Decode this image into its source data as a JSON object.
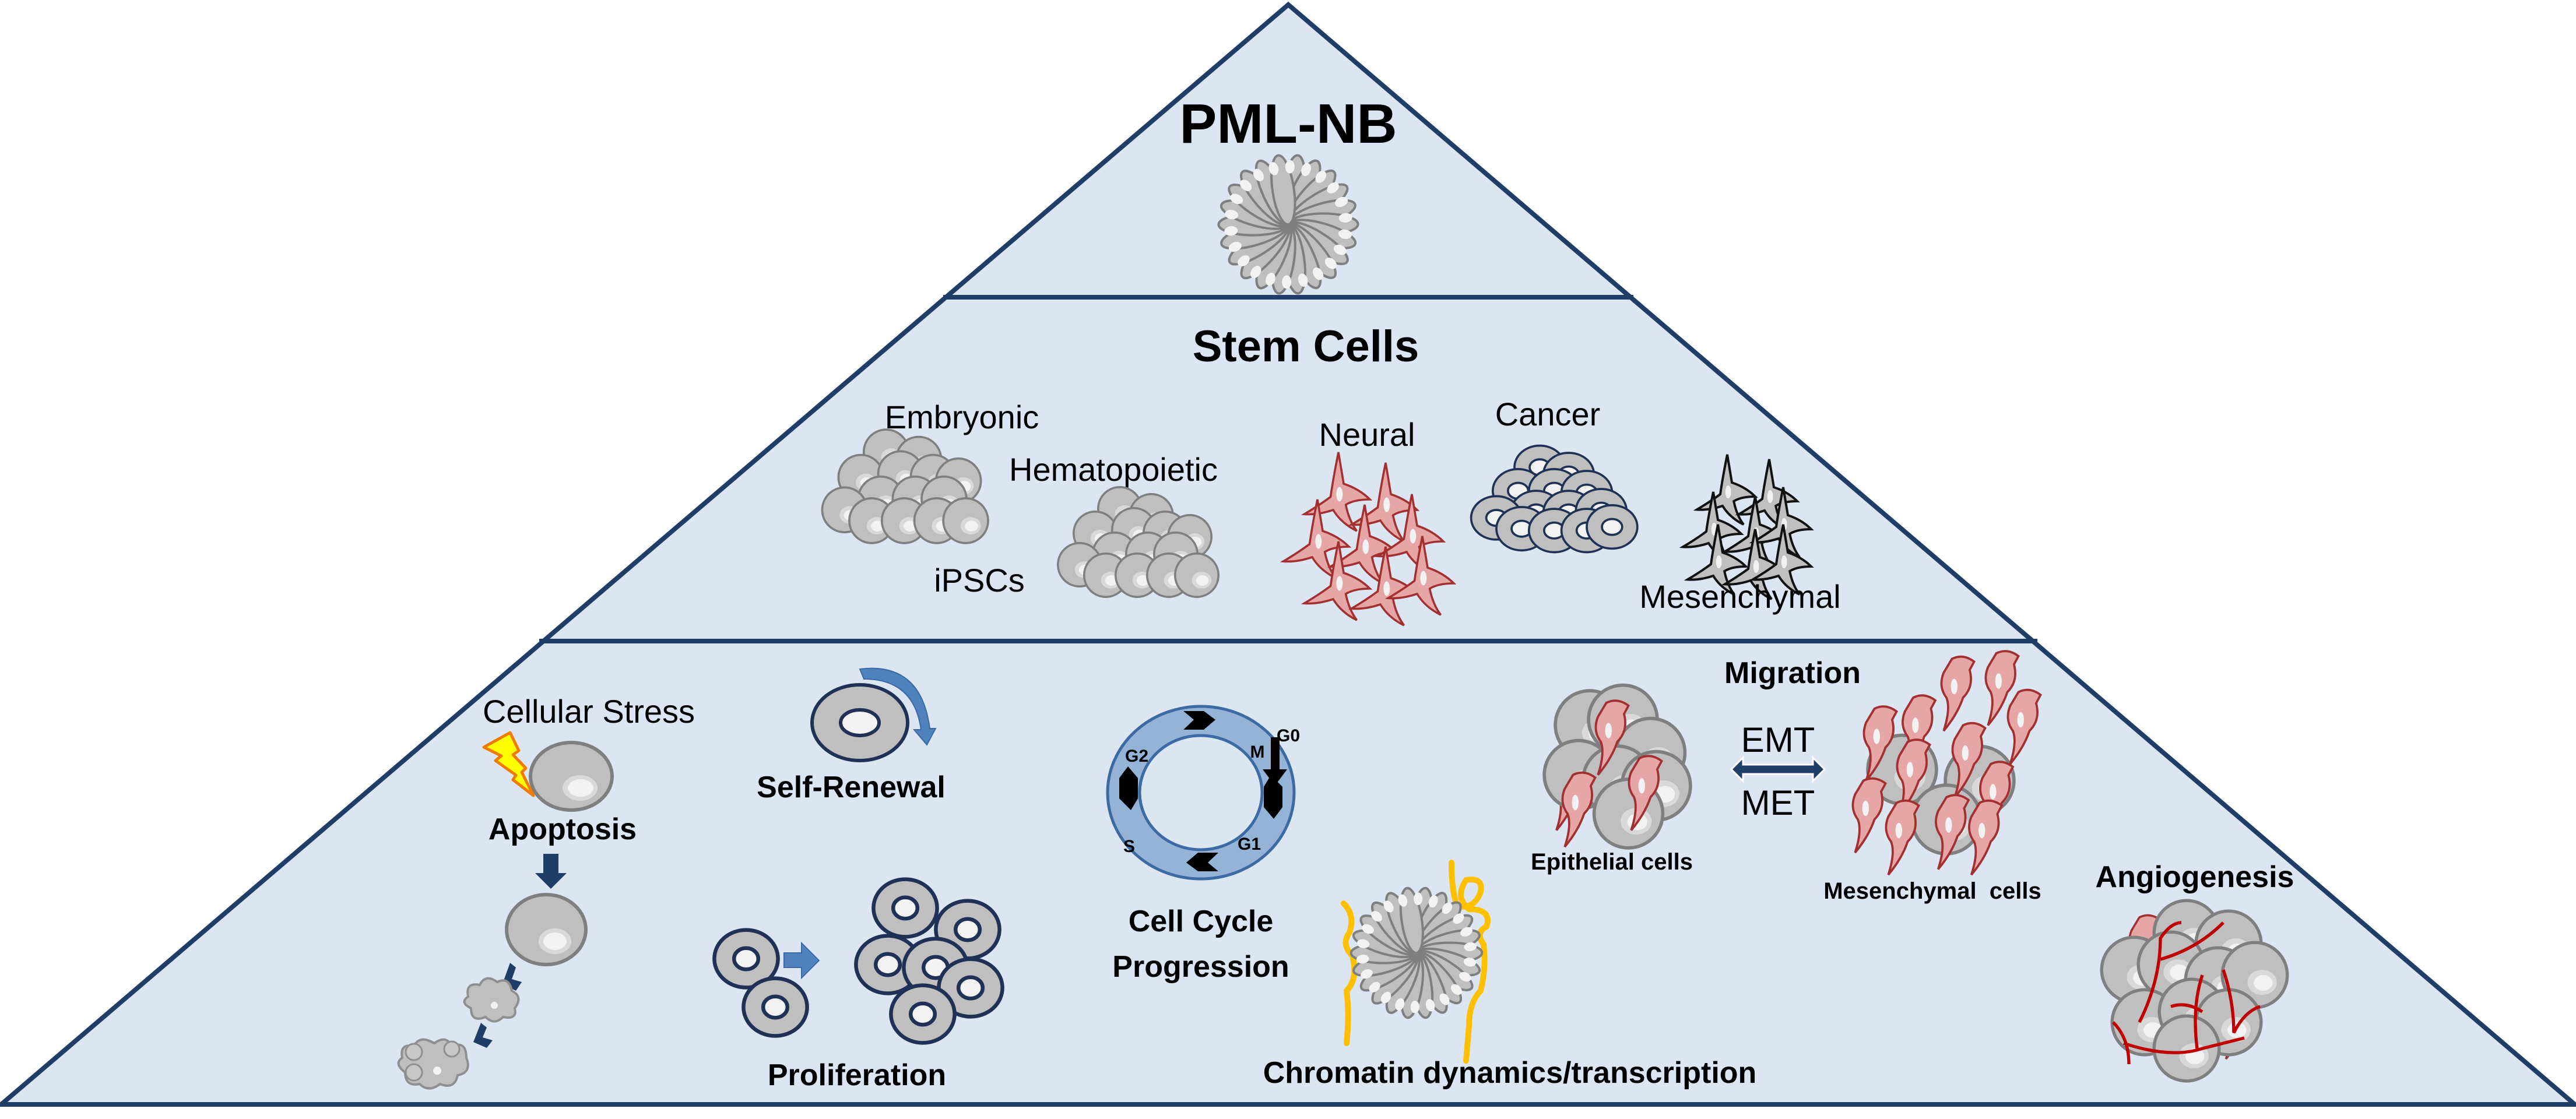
{
  "colors": {
    "pyramid_fill": "#dce6f2",
    "pyramid_stroke": "#1f3d66",
    "cell_gray": "#bfbfbf",
    "cell_outline": "#7f7f7f",
    "dark_outline": "#1f3256",
    "pink_cell": "#e6a6a6",
    "pink_outline": "#a33030",
    "arrow_blue": "#4f81bd",
    "arrow_dark": "#1f3d66",
    "cycle_blue": "#95b3d7",
    "chromatin_yellow": "#ffc000",
    "vessel_red": "#c00000",
    "lightning_yellow": "#ffff00",
    "lightning_orange": "#f07b00"
  },
  "tiers": {
    "top": {
      "title": "PML-NB",
      "icon": "pml-nuclear-body-icon"
    },
    "middle": {
      "title": "Stem Cells",
      "types": [
        {
          "label": "Embryonic",
          "icon": "embryonic-cell-cluster-icon"
        },
        {
          "label": "Hematopoietic",
          "icon": "hematopoietic-cell-cluster-icon"
        },
        {
          "label": "iPSCs",
          "icon": "ipsc-label"
        },
        {
          "label": "Neural",
          "icon": "neural-cells-icon"
        },
        {
          "label": "Cancer",
          "icon": "cancer-cell-cluster-icon"
        },
        {
          "label": "Mesenchymal",
          "icon": "mesenchymal-cells-icon"
        }
      ]
    },
    "bottom": {
      "processes": {
        "cellular_stress": "Cellular Stress",
        "apoptosis": "Apoptosis",
        "self_renewal": "Self-Renewal",
        "proliferation": "Proliferation",
        "cell_cycle_line1": "Cell Cycle",
        "cell_cycle_line2": "Progression",
        "chromatin": "Chromatin dynamics/transcription",
        "migration": "Migration",
        "emt": "EMT",
        "met": "MET",
        "epithelial_cells": "Epithelial cells",
        "mesenchymal_cells": "Mesenchymal  cells",
        "angiogenesis": "Angiogenesis"
      },
      "cell_cycle_phases": {
        "g0": "G0",
        "m": "M",
        "g2": "G2",
        "s": "S",
        "g1": "G1"
      }
    }
  }
}
